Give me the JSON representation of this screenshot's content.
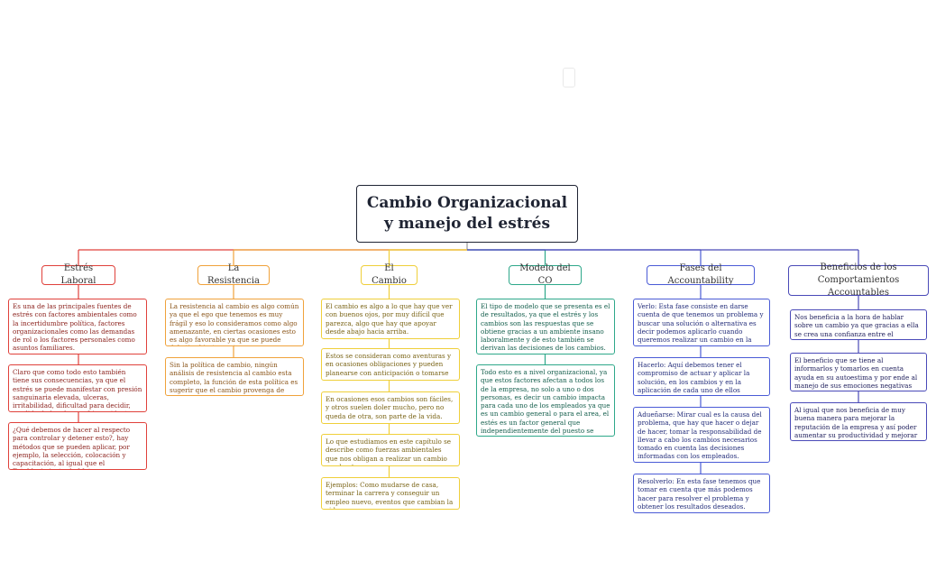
{
  "root": {
    "line1": "Cambio Organizacional",
    "line2": "y manejo del estrés"
  },
  "branches": [
    {
      "title": "Estrés Laboral",
      "color": "#e0413b",
      "text_color": "#8a1f1a",
      "cards": [
        "Es una de las principales fuentes de estrés con factores ambientales como la incertidumbre política, factores organizacionales como las demandas de rol o los factores personales como asuntos familiares.",
        "Claro que como todo esto también tiene sus consecuencias, ya que el estrés se puede manifestar con presión sanguinaria elevada, ulceras, irritabilidad, dificultad para decidir, perdida de hambre, sufrir accidentes etc.",
        "¿Qué debemos de hacer al respecto para controlar y detener esto?, hay métodos que se pueden aplicar, por ejemplo, la selección, colocación y capacitación, al igual que el Establecimiento de Metas."
      ]
    },
    {
      "title": "La Resistencia",
      "color": "#f0a23b",
      "text_color": "#8a5418",
      "cards": [
        "La resistencia al cambio es algo común ya que el ego que tenemos es muy frágil y eso lo consideramos como algo amenazante, en ciertas ocasiones esto es algo favorable ya que se puede debatir abiertamente.",
        "Sin la política de cambio, ningún análisis de resistencia al cambio esta completo, la función de esta política es sugerir que el cambio provenga de gente nueva o externa."
      ]
    },
    {
      "title": "El Cambio",
      "color": "#efcf3a",
      "text_color": "#7a6416",
      "cards": [
        "El cambio es algo a lo que hay que ver con buenos ojos, por muy difícil que parezca, algo que hay que apoyar desde abajo hacia arriba.",
        "Estos se consideran como aventuras y en ocasiones obligaciones y pueden planearse con anticipación o tomarse por sorpresa.",
        "En ocasiones esos cambios son fáciles, y otros suelen doler mucho, pero no queda de otra, son parte de la vida.",
        "Lo que estudiamos en este capítulo se describe como fuerzas ambientales que nos obligan a realizar un cambio en el entorno",
        "Ejemplos: Como mudarse de casa, terminar la carrera y conseguir un empleo nuevo, eventos que cambian la vida"
      ]
    },
    {
      "title": "Modelo del CO",
      "color": "#2ea88a",
      "text_color": "#145e4c",
      "cards": [
        "El tipo de modelo que se presenta es el de resultados, ya que el estrés y los cambios son las respuestas que se obtiene gracias a un ambiente insano laboralmente y de esto también se derivan las decisiones de los cambios.",
        "Todo esto es a nivel organizacional, ya que estos factores afectan a todos los de la empresa, no solo a uno o dos personas, es decir un cambio impacta para cada uno de los empleados ya que es un cambio general o para el area, el estés es un factor general que independientemente del puesto se llega a generar."
      ]
    },
    {
      "title": "Fases del Accountability",
      "color": "#4a5bd6",
      "text_color": "#232d7a",
      "cards": [
        "Verlo: Esta fase consiste en darse cuenta de que tenemos un problema y buscar una solución o alternativa es decir podemos aplicarlo cuando queremos realizar un cambio en la empresa.",
        "Hacerlo: Aquí debemos tener el compromiso de actuar y aplicar la solución, en los cambios y en la aplicación de cada uno de ellos teniendo en cuenta las necesidades.",
        "Adueñarse: Mirar cual es la causa del problema, que hay que hacer o dejar de hacer, tomar la responsabilidad de llevar a cabo los cambios necesarios tomado en cuenta las decisiones informadas con los empleados.",
        "Resolverlo: En esta fase tenemos que tomar en cuenta que más podemos hacer para resolver el problema y obtener los resultados deseados."
      ]
    },
    {
      "title": "Beneficios de los Comportamientos Accountables",
      "color": "#4a4ab8",
      "text_color": "#22225e",
      "cards": [
        "Nos beneficia a la hora de hablar sobre un cambio ya que gracias a ella se crea una confianza entre el personal.",
        "El beneficio que se tiene al informarlos y tomarlos en cuenta ayuda en su autoestima y por ende al manejo de sus emociones negativas como en este caso el estrés.",
        "Al igual que nos beneficia de muy buena manera para mejorar la reputación de la empresa y así poder aumentar su productividad y mejorar el ambiente laboral"
      ]
    }
  ]
}
